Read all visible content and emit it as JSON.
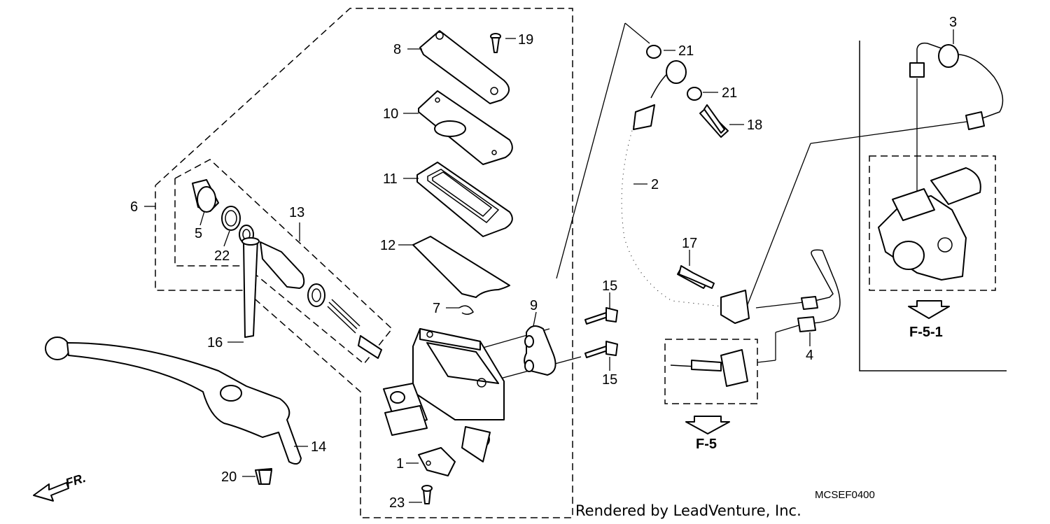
{
  "diagram": {
    "callouts": [
      "1",
      "2",
      "3",
      "4",
      "5",
      "6",
      "7",
      "8",
      "9",
      "10",
      "11",
      "12",
      "13",
      "14",
      "15",
      "16",
      "17",
      "18",
      "19",
      "20",
      "21",
      "22",
      "23"
    ],
    "references": {
      "f5": "F-5",
      "f51": "F-5-1"
    },
    "direction_label": "FR.",
    "diagram_code": "MCSEF0400",
    "credit": "Rendered by LeadVenture, Inc."
  }
}
